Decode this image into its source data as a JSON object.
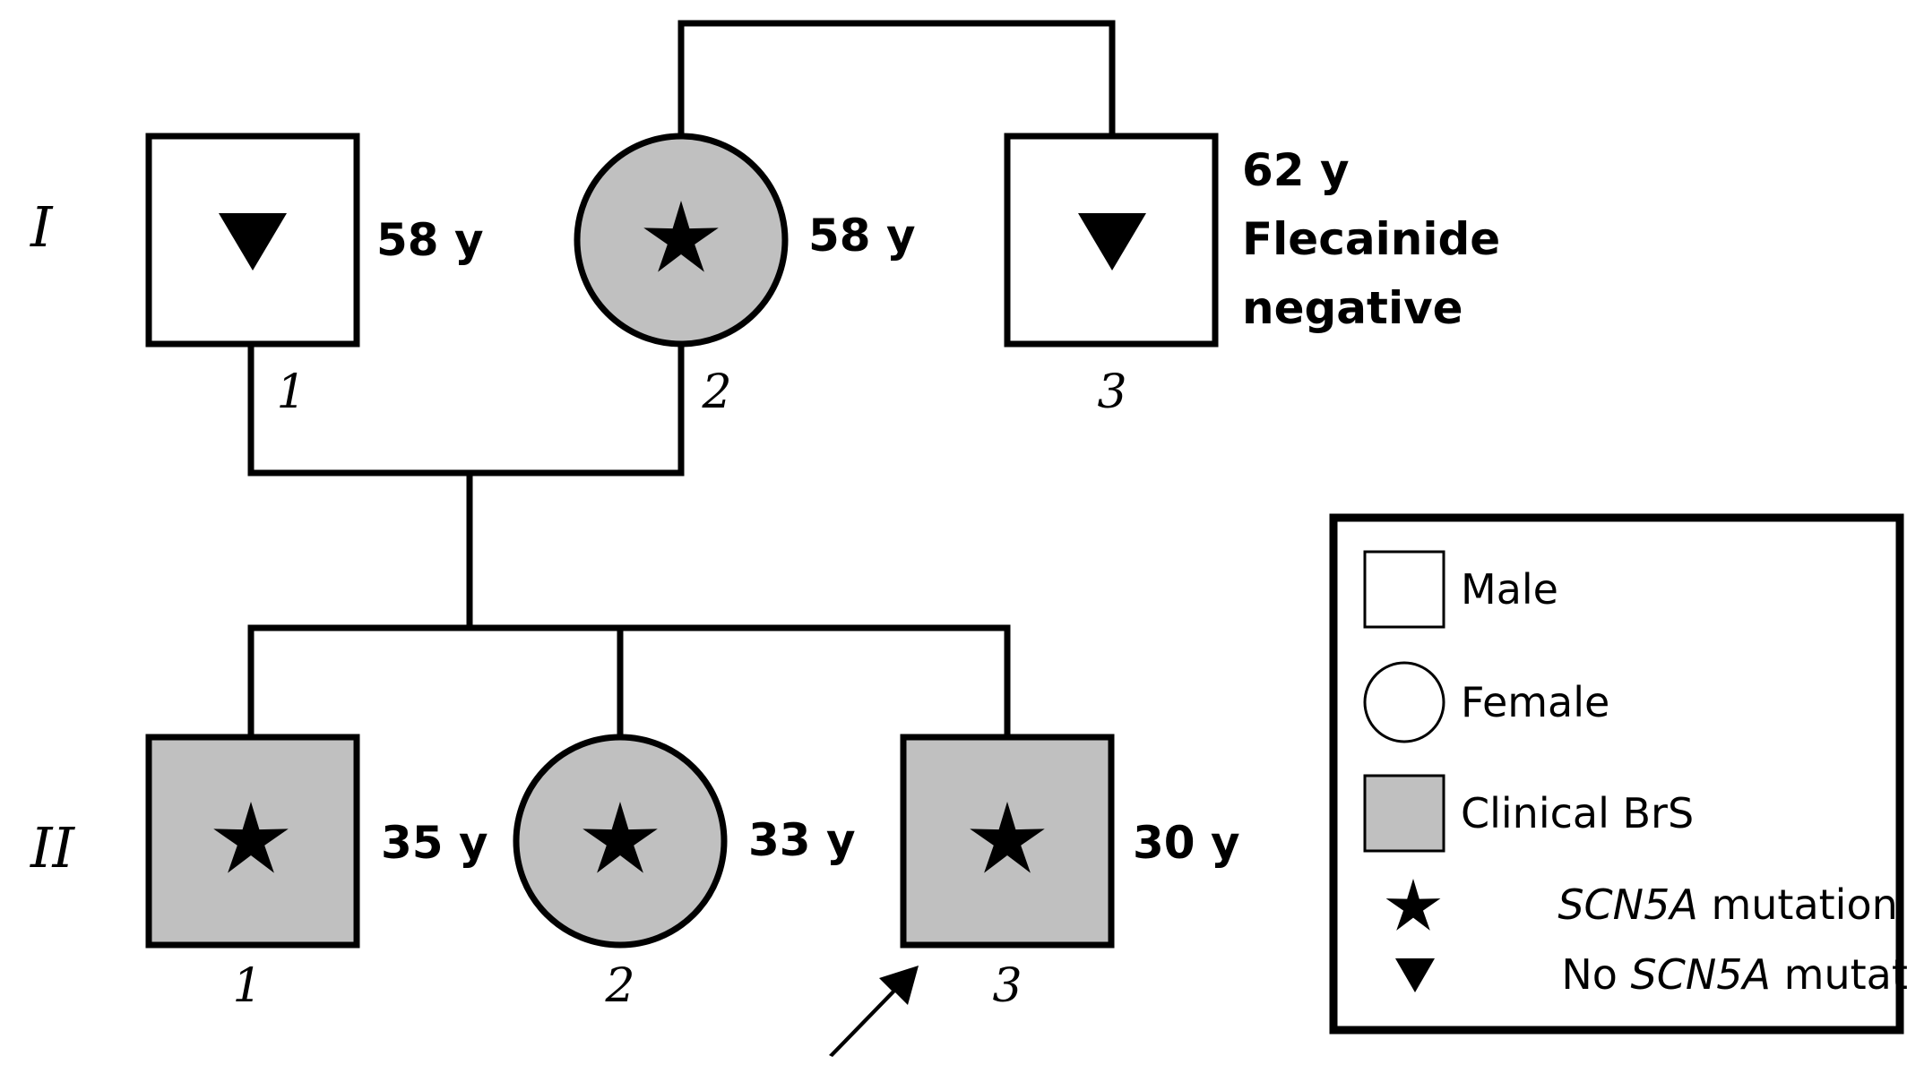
{
  "colors": {
    "affected": "#c0c0c0",
    "unaffected": "#ffffff",
    "ink": "#000000"
  },
  "generations": [
    {
      "label": "I"
    },
    {
      "label": "II"
    }
  ],
  "individuals": {
    "I1": {
      "number": "1",
      "sex": "male",
      "affected": false,
      "marker": "triangle",
      "ann": [
        "58 y"
      ]
    },
    "I2": {
      "number": "2",
      "sex": "female",
      "affected": true,
      "marker": "star",
      "ann": [
        "58 y"
      ]
    },
    "I3": {
      "number": "3",
      "sex": "male",
      "affected": false,
      "marker": "triangle",
      "ann": [
        "62 y",
        "Flecainide",
        "negative"
      ]
    },
    "II1": {
      "number": "1",
      "sex": "male",
      "affected": true,
      "marker": "star",
      "ann": [
        "35 y"
      ]
    },
    "II2": {
      "number": "2",
      "sex": "female",
      "affected": true,
      "marker": "star",
      "ann": [
        "33 y"
      ]
    },
    "II3": {
      "number": "3",
      "sex": "male",
      "affected": true,
      "marker": "star",
      "ann": [
        "30 y"
      ],
      "proband": true
    }
  },
  "legend": {
    "male": "Male",
    "female": "Female",
    "clinical": "Clinical BrS",
    "mutation_gene": "SCN5A",
    "mutation_suffix": " mutation",
    "no_prefix": "No ",
    "no_gene": "SCN5A",
    "no_suffix": " mutation"
  }
}
